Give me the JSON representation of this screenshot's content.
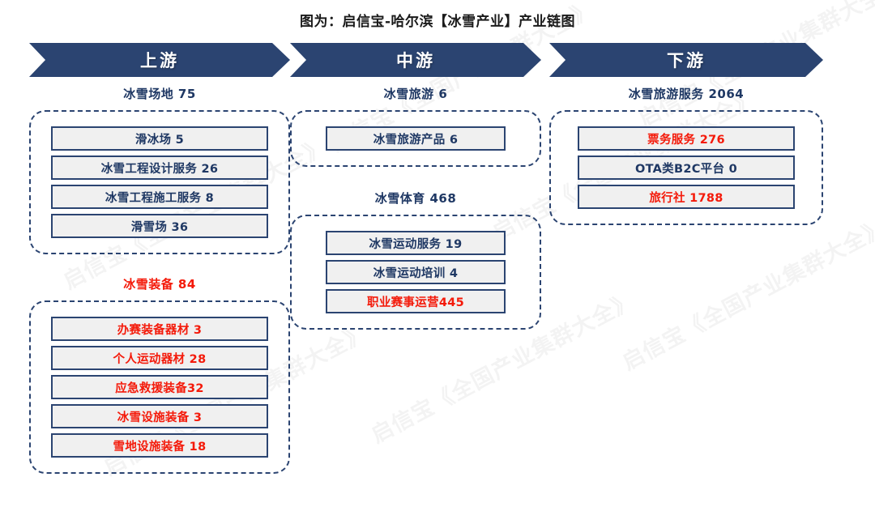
{
  "title": "图为：启信宝-哈尔滨【冰雪产业】产业链图",
  "watermark": "启信宝《全国产业集群大全》",
  "colors": {
    "navy": "#2b4471",
    "navy_text": "#1f3864",
    "red": "#f41a0a",
    "item_fill": "#f0f0f0",
    "background": "#ffffff"
  },
  "banners": {
    "upstream": "上游",
    "midstream": "中游",
    "downstream": "下游"
  },
  "columns": {
    "upstream": {
      "groups": [
        {
          "title": "冰雪场地 75",
          "title_color": "navy",
          "items": [
            {
              "label": "滑冰场 5",
              "color": "navy"
            },
            {
              "label": "冰雪工程设计服务 26",
              "color": "navy"
            },
            {
              "label": "冰雪工程施工服务 8",
              "color": "navy"
            },
            {
              "label": "滑雪场 36",
              "color": "navy"
            }
          ]
        },
        {
          "title": "冰雪装备 84",
          "title_color": "red",
          "items": [
            {
              "label": "办赛装备器材 3",
              "color": "red"
            },
            {
              "label": "个人运动器材 28",
              "color": "red"
            },
            {
              "label": "应急救援装备32",
              "color": "red"
            },
            {
              "label": "冰雪设施装备 3",
              "color": "red"
            },
            {
              "label": "雪地设施装备 18",
              "color": "red"
            }
          ]
        }
      ]
    },
    "midstream": {
      "groups": [
        {
          "title": "冰雪旅游 6",
          "title_color": "navy",
          "items": [
            {
              "label": "冰雪旅游产品 6",
              "color": "navy"
            }
          ]
        },
        {
          "title": "冰雪体育 468",
          "title_color": "navy",
          "items": [
            {
              "label": "冰雪运动服务 19",
              "color": "navy"
            },
            {
              "label": "冰雪运动培训 4",
              "color": "navy"
            },
            {
              "label": "职业赛事运营445",
              "color": "red"
            }
          ]
        }
      ]
    },
    "downstream": {
      "groups": [
        {
          "title": "冰雪旅游服务 2064",
          "title_color": "navy",
          "items": [
            {
              "label": "票务服务 276",
              "color": "red"
            },
            {
              "label": "OTA类B2C平台 0",
              "color": "navy"
            },
            {
              "label": "旅行社 1788",
              "color": "red"
            }
          ]
        }
      ]
    }
  }
}
